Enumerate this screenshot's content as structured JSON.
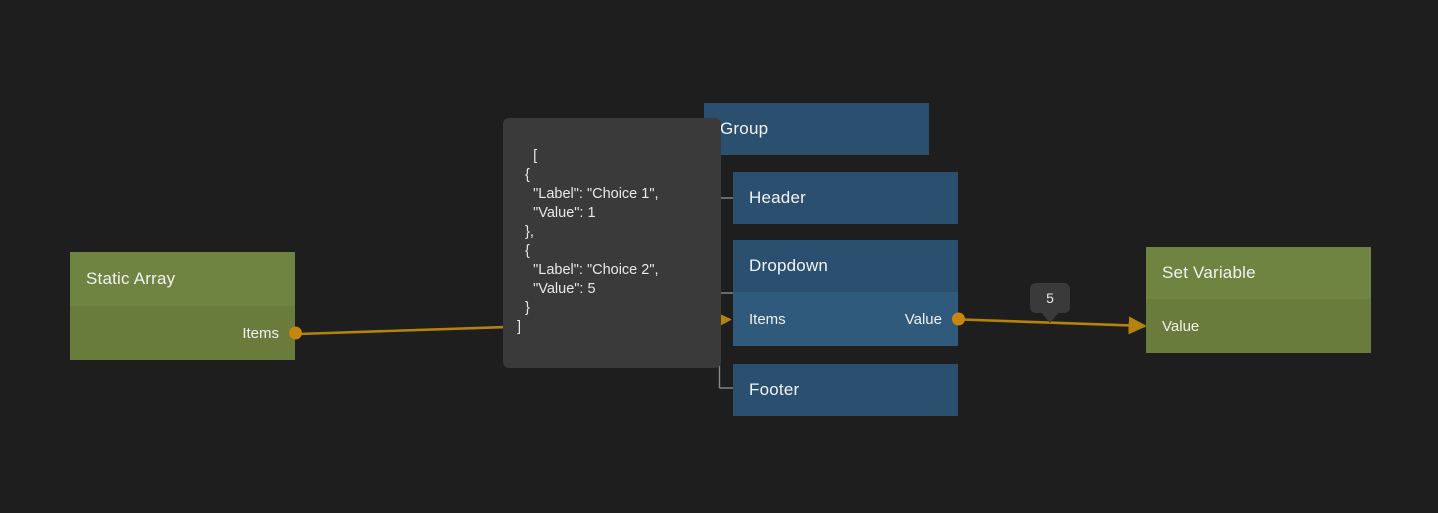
{
  "canvas": {
    "background": "#1e1e1e",
    "link_color": "#b5820d",
    "port_color": "#c8860d"
  },
  "nodes": {
    "static_array": {
      "title": "Static Array",
      "output_port_label": "Items",
      "color_header": "#6f8441",
      "color_body": "#697c3b"
    },
    "group": {
      "title": "Group",
      "color_header": "#2b506f"
    },
    "header_node": {
      "title": "Header",
      "color_header": "#2b506f"
    },
    "dropdown": {
      "title": "Dropdown",
      "input_port_label": "Items",
      "output_port_label": "Value",
      "color_header": "#2b506f",
      "color_body": "#2f5a7c"
    },
    "footer_node": {
      "title": "Footer",
      "color_header": "#2b506f"
    },
    "set_variable": {
      "title": "Set Variable",
      "input_port_label": "Value",
      "color_header": "#6f8441",
      "color_body": "#697c3b"
    }
  },
  "bubbles": {
    "items_preview": {
      "text": "[\n  {\n    \"Label\": \"Choice 1\",\n    \"Value\": 1\n  },\n  {\n    \"Label\": \"Choice 2\",\n    \"Value\": 5\n  }\n]"
    },
    "value_preview": {
      "text": "5"
    }
  }
}
